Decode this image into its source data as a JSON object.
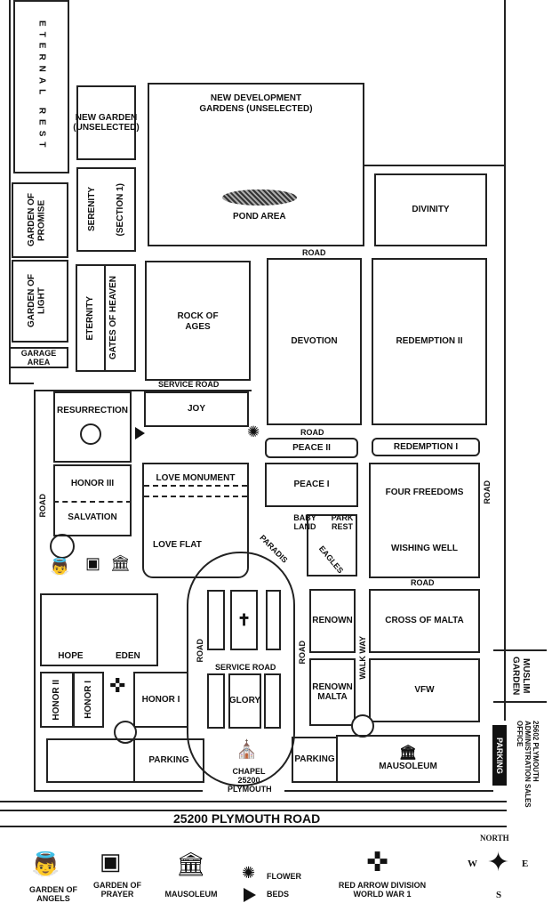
{
  "sections": {
    "eternal_rest": "ETERNAL REST",
    "new_garden": "NEW GARDEN (UNSELECTED)",
    "new_development": "NEW DEVELOPMENT GARDENS (UNSELECTED)",
    "pond": "POND AREA",
    "divinity": "DIVINITY",
    "garden_of_promise": "GARDEN OF PROMISE",
    "serenity": "SERENITY",
    "section1": "(SECTION 1)",
    "garden_of_light": "GARDEN OF LIGHT",
    "eternity": "ETERNITY",
    "gates_of_heaven": "GATES OF HEAVEN",
    "garage": "GARAGE AREA",
    "rock_of_ages": "ROCK OF AGES",
    "devotion": "DEVOTION",
    "redemption2": "REDEMPTION II",
    "resurrection": "RESURRECTION",
    "joy": "JOY",
    "peace2": "PEACE II",
    "peace1": "PEACE I",
    "redemption1": "REDEMPTION I",
    "honor3": "HONOR III",
    "salvation": "SALVATION",
    "love_monument": "LOVE MONUMENT",
    "love_flat": "LOVE FLAT",
    "baby_land": "BABY LAND",
    "park_rest": "PARK REST",
    "paradise": "PARADIS",
    "eagles": "EAGLES",
    "four_freedoms": "FOUR FREEDOMS",
    "wishing_well": "WISHING WELL",
    "hope": "HOPE",
    "eden": "EDEN",
    "renown": "RENOWN",
    "cross_of_malta": "CROSS OF MALTA",
    "honor2": "HONOR II",
    "honor1v": "HONOR I",
    "honor1": "HONOR I",
    "glory": "GLORY",
    "renown_malta": "RENOWN MALTA",
    "vfw": "VFW",
    "muslim_garden": "MUSLIM GARDEN",
    "parking1": "PARKING",
    "parking2": "PARKING",
    "mausoleum": "MAUSOLEUM",
    "chapel": "CHAPEL 25200 PLYMOUTH",
    "parking_side": "PARKING",
    "admin": "25602 PLYMOUTH ADMINISTRATION SALES OFFICE"
  },
  "roads": {
    "road": "ROAD",
    "service_road": "SERVICE ROAD",
    "walk_way": "WALK WAY",
    "main_road": "25200 PLYMOUTH ROAD"
  },
  "legend": {
    "angels": "GARDEN OF ANGELS",
    "prayer": "GARDEN OF PRAYER",
    "mausoleum": "MAUSOLEUM",
    "flower": "FLOWER",
    "beds": "BEDS",
    "red_arrow": "RED ARROW DIVISION WORLD WAR 1",
    "north": "NORTH",
    "w": "W",
    "e": "E",
    "s": "S"
  }
}
